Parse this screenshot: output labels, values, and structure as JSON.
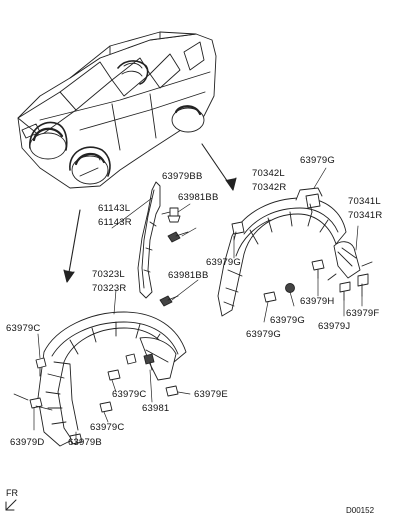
{
  "diagram": {
    "labels": {
      "p63979bb": "63979BB",
      "p63981bb_top": "63981BB",
      "p61143l": "61143L",
      "p61143r": "61143R",
      "p63981bb_mid": "63981BB",
      "p63979g_top": "63979G",
      "p70342l": "70342L",
      "p70342r": "70342R",
      "p70341l": "70341L",
      "p70341r": "70341R",
      "p63979g_left": "63979G",
      "p63979h": "63979H",
      "p63979g_mid": "63979G",
      "p63979f": "63979F",
      "p63979g_low": "63979G",
      "p63979j": "63979J",
      "p70323l": "70323L",
      "p70323r": "70323R",
      "p63979c_left": "63979C",
      "p63979c_mid": "63979C",
      "p63981": "63981",
      "p63979e": "63979E",
      "p63979c_low": "63979C",
      "p63979d": "63979D",
      "p63979b": "63979B"
    },
    "orientation_label": "FR",
    "diagram_code": "D00152"
  }
}
